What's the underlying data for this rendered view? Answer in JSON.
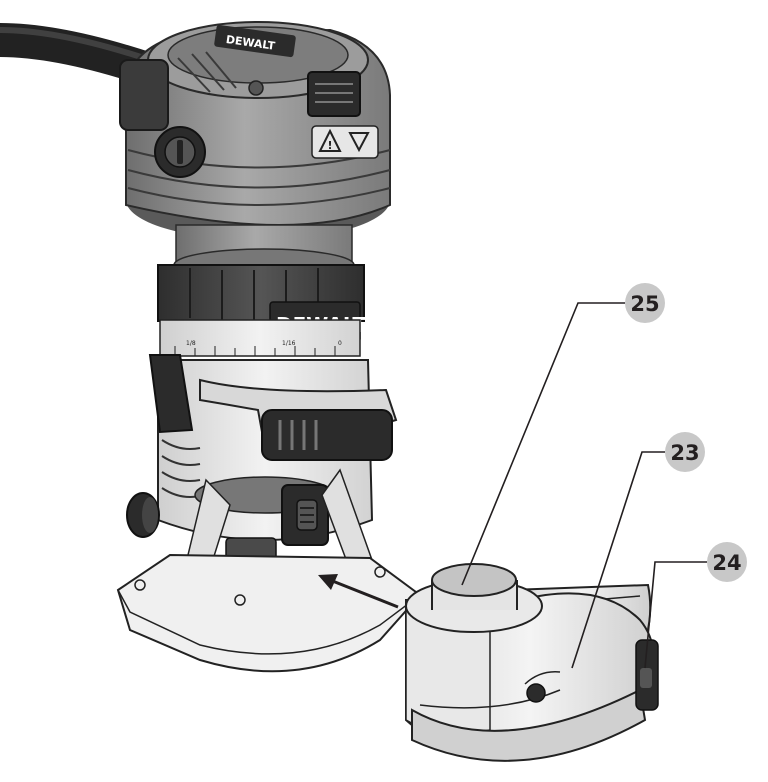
{
  "brand": {
    "name_top": "DEWALT",
    "name_ring": "DEWALT"
  },
  "depth_scale": {
    "marks": [
      "1/8",
      "1/16",
      "0"
    ]
  },
  "callouts": [
    {
      "id": "25",
      "label": "25"
    },
    {
      "id": "23",
      "label": "23"
    },
    {
      "id": "24",
      "label": "24"
    }
  ],
  "icons": {
    "warning": "warning-triangle-icon",
    "lock": "lock-icon"
  },
  "colors": {
    "body_gray": "#8a8a8a",
    "dark_gray": "#3d3d3d",
    "light_gray": "#d9d9d9",
    "callout_fill": "#c8c8c8",
    "line": "#231f20"
  }
}
